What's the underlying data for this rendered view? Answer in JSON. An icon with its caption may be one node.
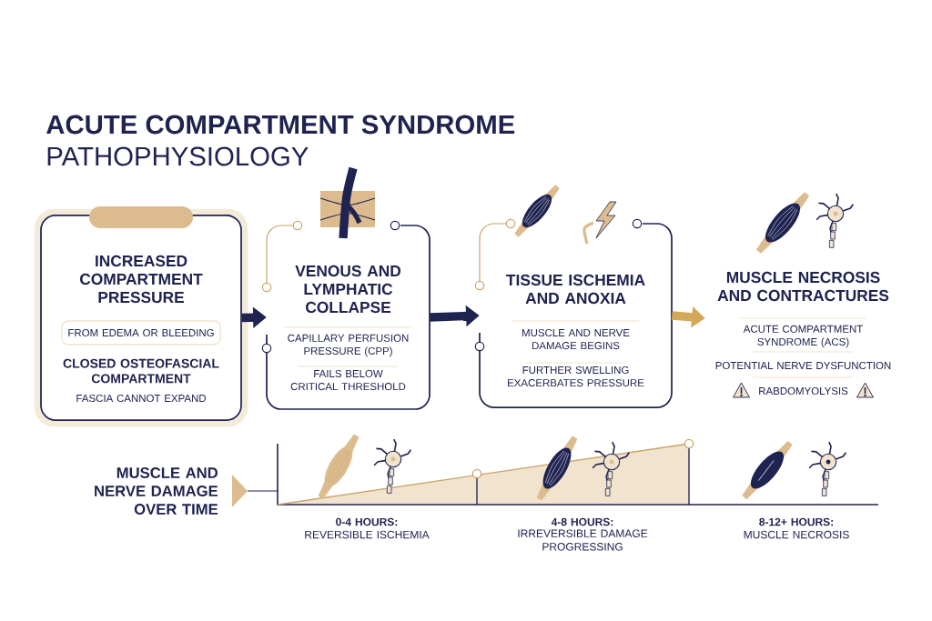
{
  "diagram": {
    "title": "ACUTE COMPARTMENT SYNDROME",
    "nodes": [
      {
        "text": [
          "INCREASED COMPARTMENT PRESSURE",
          "CLOSED OSTEOFASCIAL COMPARTMENT",
          "FASCIA CANNOT EXPAND"
        ]
      },
      {
        "text": [
          "FROM EDEMA OR BLEEDING"
        ],
        "in": 0
      },
      {
        "text": [
          "VENOUS AND LYMPHATIC COLLAPSE",
          "CAPILLARY PERFUSION PRESSURE (CPP)",
          "FAILS BELOW CRITICAL THRESHOLD"
        ]
      },
      {
        "text": [
          "TISSUE ISCHEMIA AND ANOXIA",
          "MUSCLE AND NERVE DAMAGE BEGINS",
          "FURTHER SWELLING EXACERBATES PRESSURE"
        ]
      },
      {
        "text": [
          "MUSCLE NECROSIS AND CONTRACTURES",
          "ACUTE COMPARTMENT SYNDROME (ACS)",
          "POTENTIAL NERVE DYSFUNCTION",
          "RABDOMYOLYSIS"
        ]
      }
    ],
    "edges": [
      {
        "from": 0,
        "to": 2,
        "arrow": "to"
      },
      {
        "from": 2,
        "to": 3,
        "arrow": "to"
      },
      {
        "from": 3,
        "to": 4,
        "arrow": "to",
        "color": "#d4a85a"
      }
    ],
    "labels": [
      "PATHOPHYSIOLOGY",
      "MUSCLE AND NERVE DAMAGE OVER TIME",
      "0-4 HOURS:",
      "REVERSIBLE ISCHEMIA",
      "4-8 HOURS:",
      "IRREVERSIBLE DAMAGE PROGRESSING",
      "8-12+ HOURS:",
      "MUSCLE NECROSIS"
    ]
  }
}
